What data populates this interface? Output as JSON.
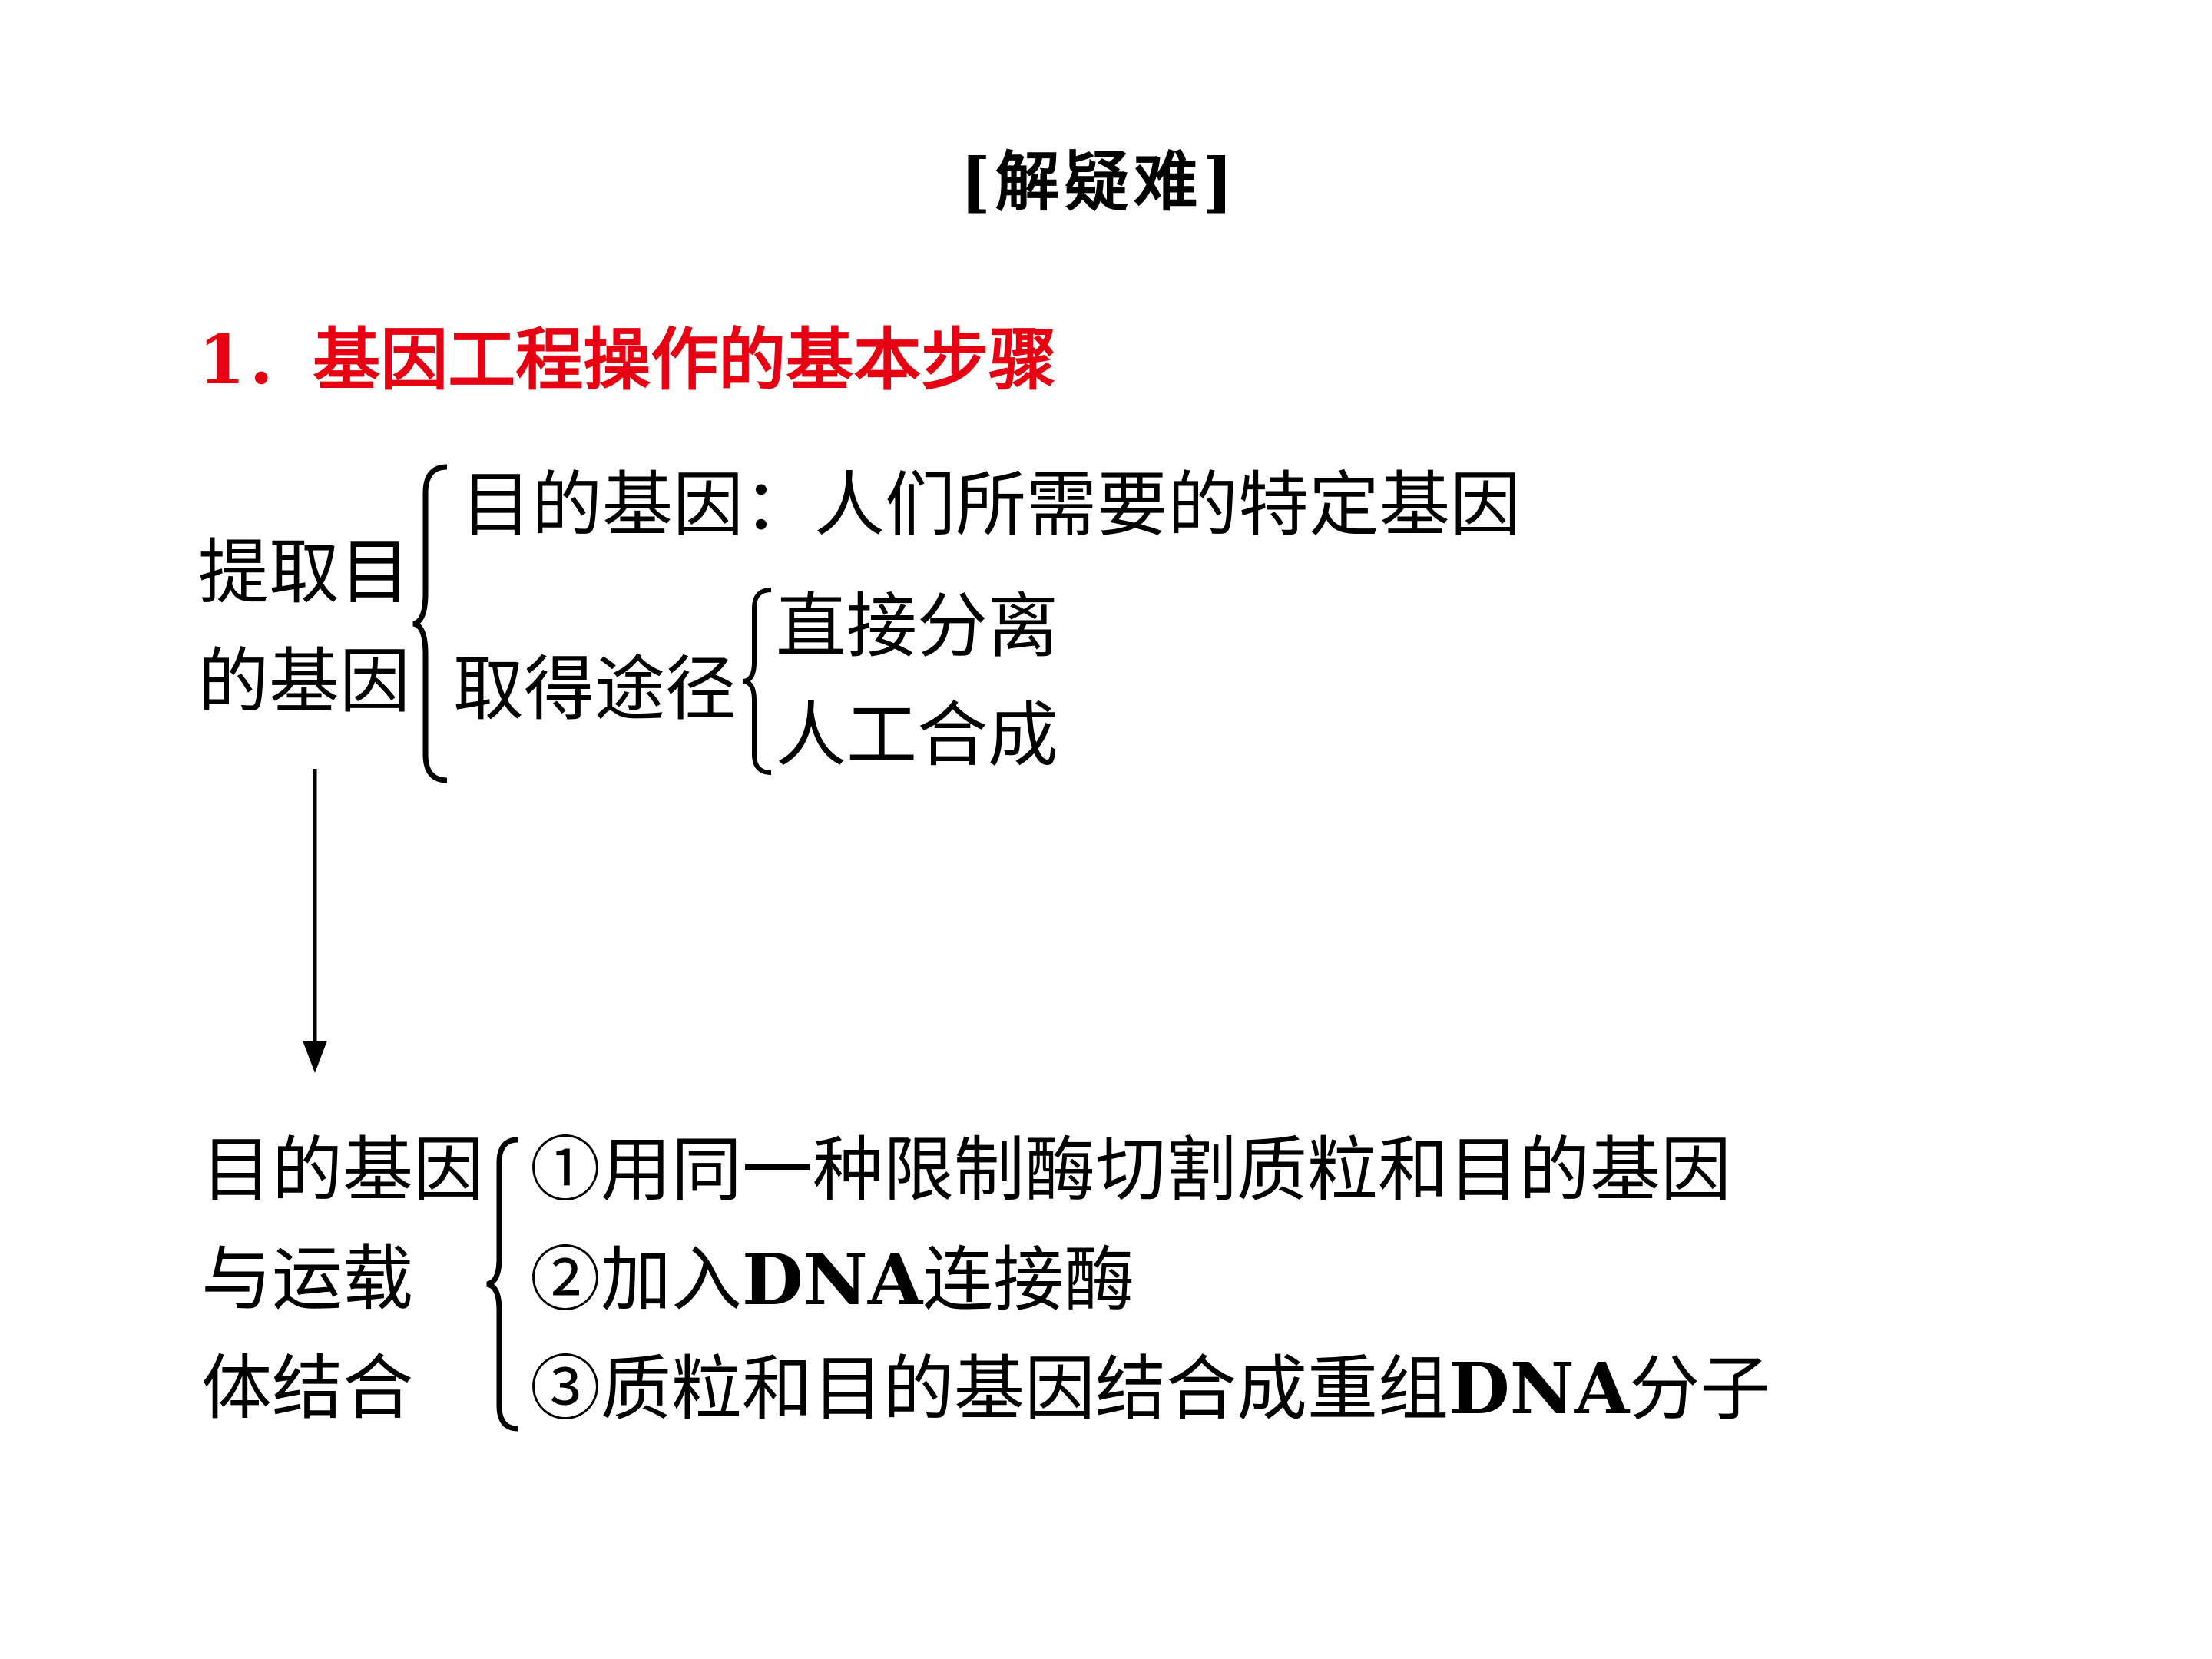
{
  "title": "[解疑难]",
  "heading": "1．基因工程操作的基本步骤",
  "step1": {
    "label_line1": "提取目",
    "label_line2": "的基因",
    "item_target": "目的基因：人们所需要的特定基因",
    "item_methods_label": "取得途径",
    "method_1": "直接分离",
    "method_2": "人工合成"
  },
  "step2": {
    "label_line1": "目的基因",
    "label_line2": "与运载",
    "label_line3": "体结合",
    "item_1": "①用同一种限制酶切割质粒和目的基因",
    "item_2_prefix": "②加入",
    "item_2_dna": "DNA",
    "item_2_suffix": "连接酶",
    "item_3_prefix": "③质粒和目的基因结合成重组",
    "item_3_dna": "DNA",
    "item_3_suffix": "分子"
  },
  "colors": {
    "heading": "#e60012",
    "text": "#000000"
  }
}
